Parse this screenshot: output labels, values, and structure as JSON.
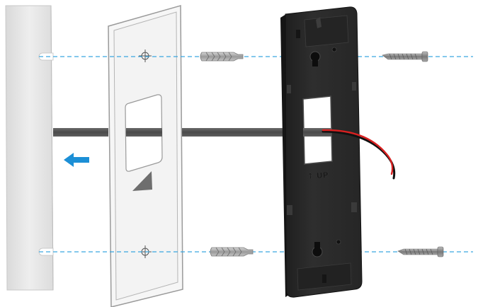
{
  "diagram": {
    "type": "exploded-installation-view",
    "components": [
      {
        "name": "wall",
        "color": "#e6e6e6"
      },
      {
        "name": "mounting-template",
        "color": "#f3f3f3"
      },
      {
        "name": "wall-anchor-top",
        "color": "#b0b0b0"
      },
      {
        "name": "wall-anchor-bottom",
        "color": "#b0b0b0"
      },
      {
        "name": "mounting-bracket",
        "color": "#2b2b2b"
      },
      {
        "name": "screw-top",
        "color": "#8e8e8e"
      },
      {
        "name": "screw-bottom",
        "color": "#8e8e8e"
      },
      {
        "name": "wiring-cable",
        "color": "#555555"
      },
      {
        "name": "wire-red",
        "color": "#d92020"
      },
      {
        "name": "wire-black",
        "color": "#111111"
      }
    ],
    "guide_line_color": "#3aa6e0",
    "arrow_color": "#1c8fd6",
    "arrow_direction": "left",
    "bracket_marking": "↑ UP"
  }
}
